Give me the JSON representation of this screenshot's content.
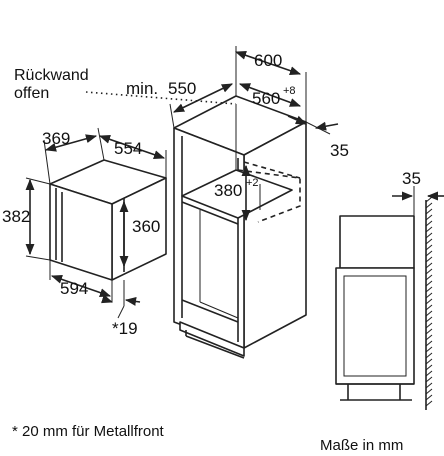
{
  "rear_wall": {
    "line1": "Rückwand",
    "line2": "offen"
  },
  "dims": {
    "cabinet_width": "600",
    "min_depth_prefix": "min.",
    "min_depth": "550",
    "niche_width": "560",
    "niche_width_tol": "+8",
    "side_gap": "35",
    "niche_height": "380",
    "niche_height_tol": "+2",
    "oven_depth": "369",
    "oven_width_top": "554",
    "oven_total_height": "382",
    "oven_body_height": "360",
    "oven_front_width": "594",
    "front_offset": "*19",
    "wall_gap": "35"
  },
  "footnote": "* 20 mm für Metallfront",
  "units": "Maße in mm"
}
